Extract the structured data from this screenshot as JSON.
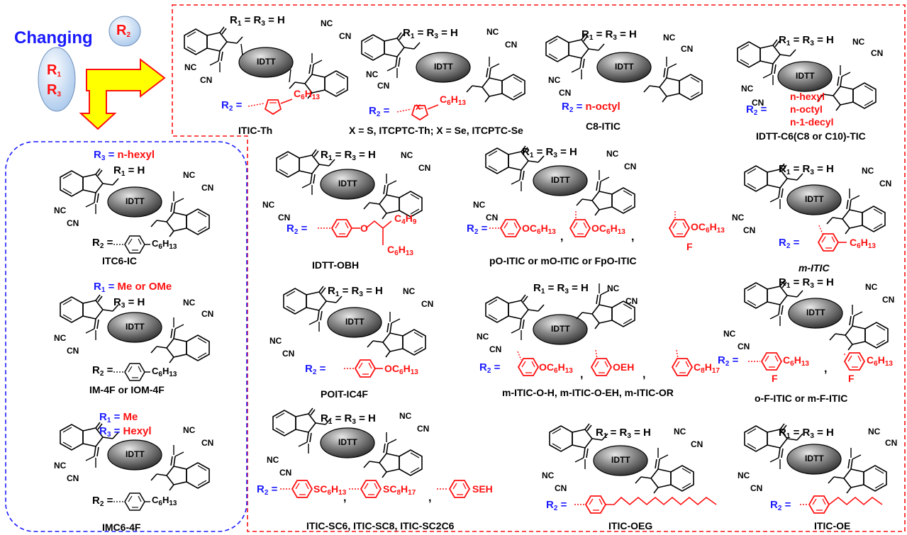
{
  "header": {
    "changing": "Changing",
    "r2": "R2",
    "r1": "R1",
    "r3": "R3"
  },
  "core_label": "IDTT",
  "cyano": "NC",
  "cyano_right": "CN",
  "r_symbols": {
    "r1r3h": "R1 = R3 = H",
    "r2": "R2 =",
    "r1h": "R1 = H"
  },
  "compounds": [
    {
      "id": "itic-th",
      "name": "ITIC-Th",
      "r2": "C6H13"
    },
    {
      "id": "itcptc",
      "name": "X = S, ITCPTC-Th; X = Se, ITCPTC-Se",
      "r2": "C6H13",
      "x": "X"
    },
    {
      "id": "c8-itic",
      "name": "C8-ITIC",
      "r2": "n-octyl"
    },
    {
      "id": "idtt-c6",
      "name": "IDTT-C6(C8 or C10)-TIC",
      "r2_lines": [
        "n-hexyl",
        "n-octyl",
        "n-1-decyl"
      ]
    },
    {
      "id": "itc6-ic",
      "name": "ITC6-IC",
      "r3": "n-hexyl",
      "r2": "C6H13"
    },
    {
      "id": "idtt-obh",
      "name": "IDTT-OBH",
      "r2_parts": [
        "C4H9",
        "C6H13"
      ]
    },
    {
      "id": "po-itic",
      "name": "pO-ITIC or  mO-ITIC or FpO-ITIC",
      "r2_parts": [
        "OC6H13",
        "OC6H13",
        "OC6H13",
        "F"
      ]
    },
    {
      "id": "m-itic",
      "name": "m-ITIC",
      "r2": "C6H13"
    },
    {
      "id": "im-4f",
      "name": "IM-4F or IOM-4F",
      "r1": "Me or OMe",
      "r2": "C6H13"
    },
    {
      "id": "poit-ic4f",
      "name": "POIT-IC4F",
      "r2": "OC6H13"
    },
    {
      "id": "m-itic-oh",
      "name": "m-ITIC-O-H, m-ITIC-O-EH, m-ITIC-OR",
      "r2_parts": [
        "OC6H13",
        "OEH",
        "C8H17"
      ]
    },
    {
      "id": "of-itic",
      "name": "o-F-ITIC or  m-F-ITIC",
      "r2_parts": [
        "C6H13",
        "F",
        "C6H13",
        "F"
      ]
    },
    {
      "id": "imc6-4f",
      "name": "IMC6-4F",
      "r1": "Me",
      "r3": "Hexyl",
      "r2": "C6H13"
    },
    {
      "id": "itic-sc6",
      "name": "ITIC-SC6, ITIC-SC8, ITIC-SC2C6",
      "r2_parts": [
        "SC6H13",
        "SC8H17",
        "SEH"
      ]
    },
    {
      "id": "itic-oeg",
      "name": "ITIC-OEG"
    },
    {
      "id": "itic-oe",
      "name": "ITIC-OE"
    }
  ],
  "colors": {
    "blue": "#1a1aff",
    "red": "#ff1010",
    "arrow": "#ffff00"
  }
}
